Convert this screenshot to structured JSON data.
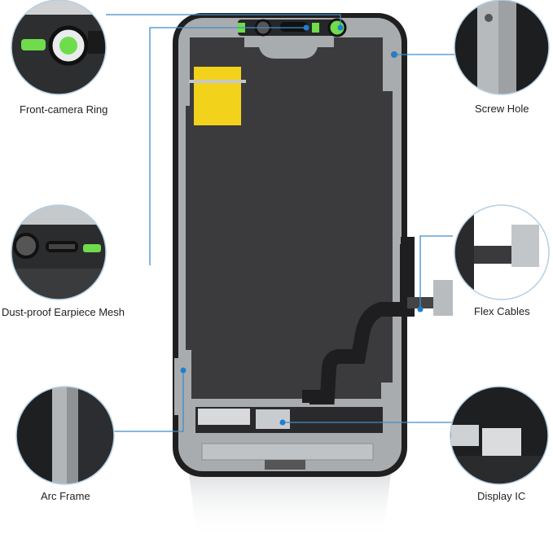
{
  "callouts": [
    {
      "id": "front-camera-ring",
      "label": "Front-camera Ring"
    },
    {
      "id": "screw-hole",
      "label": "Screw Hole"
    },
    {
      "id": "dust-proof-earpiece-mesh",
      "label": "Dust-proof Earpiece Mesh"
    },
    {
      "id": "flex-cables",
      "label": "Flex Cables"
    },
    {
      "id": "arc-frame",
      "label": "Arc Frame"
    },
    {
      "id": "display-ic",
      "label": "Display IC"
    }
  ],
  "colors": {
    "accent_line": "#3d8ecc",
    "dot": "#1e7fd0",
    "frame": "#2a2a2a",
    "screen": "#3a3a3a",
    "metal": "#b9bcbf",
    "tape": "#f2d21b",
    "gasket": "#6fdc4c"
  },
  "icons": [
    "camera-ring-icon",
    "screw-hole-icon",
    "earpiece-mesh-icon",
    "flex-cable-icon",
    "arc-frame-icon",
    "display-ic-icon"
  ]
}
